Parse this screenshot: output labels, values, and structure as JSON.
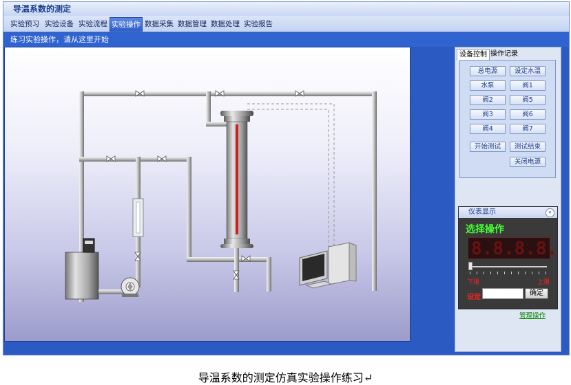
{
  "app": {
    "title": "导温系数的测定"
  },
  "tabs": [
    "实验预习",
    "实验设备",
    "实验流程",
    "实验操作",
    "数据采集",
    "数据管理",
    "数据处理",
    "实验报告"
  ],
  "active_tab": 3,
  "infobar": {
    "text": "练习实验操作，请从这里开始"
  },
  "right_panel": {
    "subtabs": [
      "设备控制",
      "操作记录"
    ],
    "controls": {
      "total_power": "总电源",
      "set_water_temp": "设定水温",
      "pump": "水泵",
      "valve1": "阀1",
      "valve2": "阀2",
      "valve5": "阀5",
      "valve3": "阀3",
      "valve6": "阀6",
      "valve4": "阀4",
      "valve7": "阀7",
      "start_test": "开始测试",
      "end_test": "测试结束",
      "power_off": "关闭电源"
    }
  },
  "instrument": {
    "title": "仪表显示",
    "collapse_glyph": "«",
    "select_title": "选择操作",
    "display": "8.8.8.8.",
    "slider_fraction": 0.0,
    "low_label": "下限",
    "high_label": "上限",
    "set_label": "设定",
    "set_value": "",
    "ok_label": "确定"
  },
  "manage_link": "管理操作",
  "caption": "导温系数的测定仿真实验操作练习↵",
  "colors": {
    "accent": "#2b5bc2",
    "led_text": "#44ff33",
    "limit_red": "#ff2020"
  }
}
